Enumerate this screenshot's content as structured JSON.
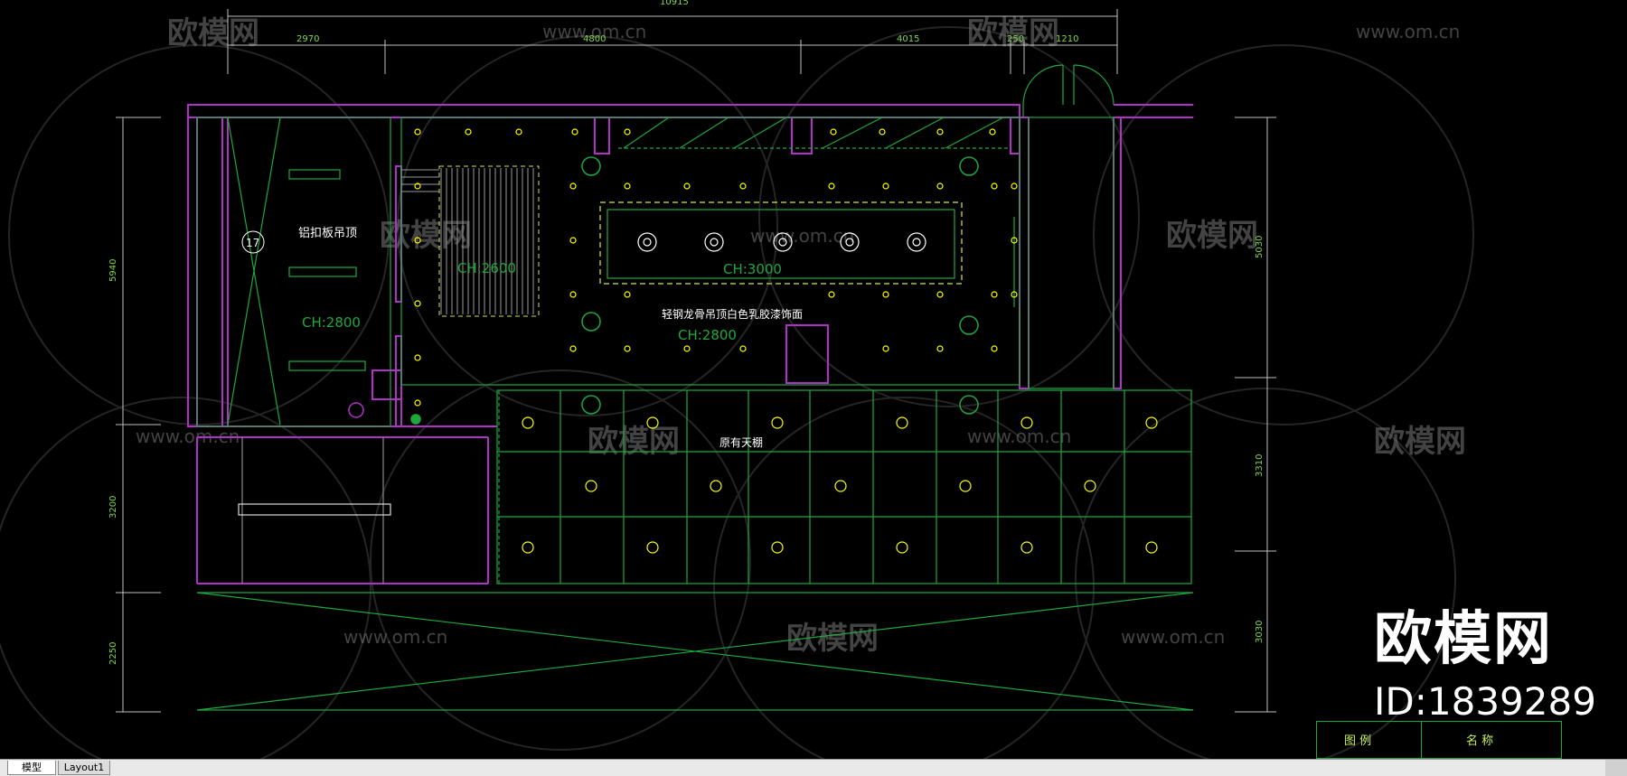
{
  "plan": {
    "dims_top": [
      "10915",
      "2970",
      "4800",
      "4015",
      "250",
      "1210"
    ],
    "dims_left": [
      "5940",
      "3200",
      "2250"
    ],
    "dims_right": [
      "5030",
      "3310",
      "3030"
    ],
    "labels": {
      "room_left": "铝扣板吊顶",
      "room_left_ch": "CH:2800",
      "room_mid": "CH:2600",
      "room_center": "CH:3000",
      "ceiling_note": "轻钢龙骨吊顶白色乳胶漆饰面",
      "ceiling_ch": "CH:2800",
      "existing": "原有天棚",
      "marker": "17"
    }
  },
  "watermark": {
    "brand": "欧模网",
    "url": "www.om.cn"
  },
  "branding": {
    "logo": "欧模网",
    "id": "ID:1839289"
  },
  "legend": {
    "col1": "图 例",
    "col2": "名 称"
  },
  "tabs": {
    "model": "模型",
    "layout": "Layout1"
  },
  "colors": {
    "wall": "#b030c8",
    "line": "#1ea83c",
    "light": "#ffff00",
    "text": "#ffffff",
    "dim": "#c0c0c0"
  }
}
